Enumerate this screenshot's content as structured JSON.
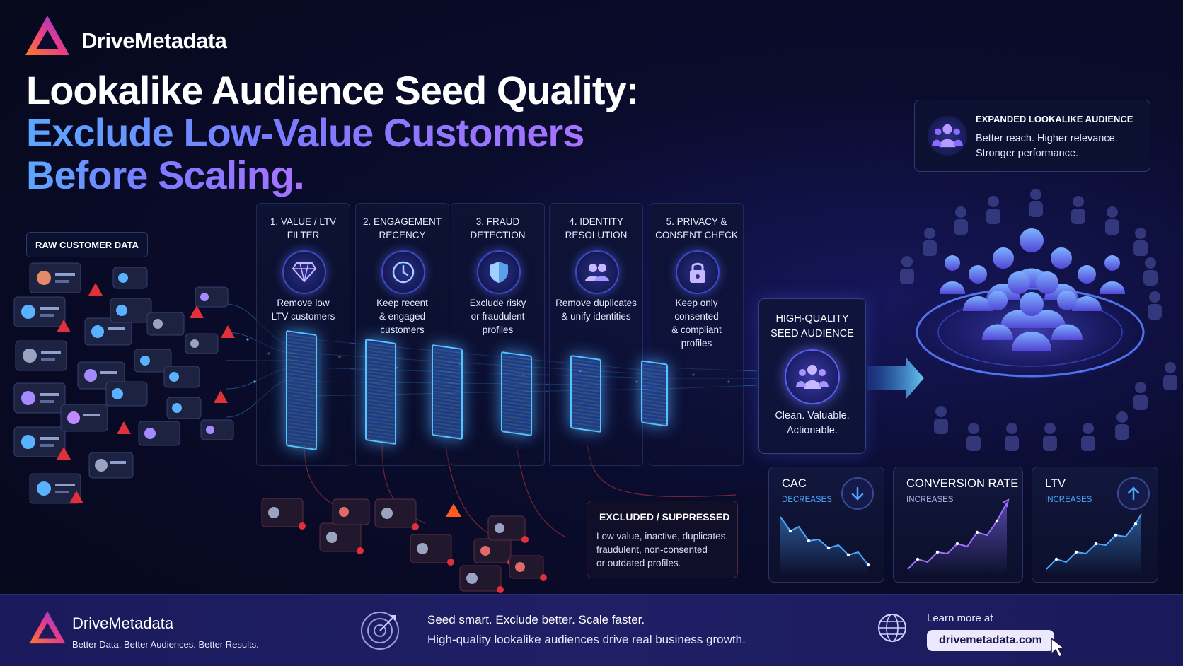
{
  "brand": {
    "name": "DriveMetadata"
  },
  "title": {
    "line1": "Lookalike Audience Seed Quality:",
    "line2": "Exclude Low-Value Customers",
    "line3": "Before Scaling."
  },
  "raw_label": "RAW CUSTOMER DATA",
  "steps": [
    {
      "title": "1. VALUE / LTV\nFILTER",
      "desc": "Remove low\nLTV customers",
      "icon": "diamond-icon"
    },
    {
      "title": "2. ENGAGEMENT\nRECENCY",
      "desc": "Keep recent\n& engaged\ncustomers",
      "icon": "clock-icon"
    },
    {
      "title": "3. FRAUD\nDETECTION",
      "desc": "Exclude risky\nor fraudulent\nprofiles",
      "icon": "shield-icon"
    },
    {
      "title": "4. IDENTITY\nRESOLUTION",
      "desc": "Remove duplicates\n& unify identities",
      "icon": "users-icon"
    },
    {
      "title": "5. PRIVACY &\nCONSENT CHECK",
      "desc": "Keep only\nconsented\n& compliant\nprofiles",
      "icon": "lock-icon"
    }
  ],
  "seed": {
    "title": "HIGH-QUALITY\nSEED AUDIENCE",
    "desc": "Clean. Valuable.\nActionable."
  },
  "expanded": {
    "title": "EXPANDED LOOKALIKE AUDIENCE",
    "desc": "Better reach. Higher relevance.\nStronger performance."
  },
  "excluded": {
    "title": "EXCLUDED / SUPPRESSED",
    "desc": "Low value, inactive, duplicates,\nfraudulent, non-consented\nor outdated profiles."
  },
  "metrics": [
    {
      "title": "CAC",
      "sub": "DECREASES",
      "trend": "down",
      "color": "#4aa8ff"
    },
    {
      "title": "CONVERSION RATE",
      "sub": "INCREASES",
      "trend": "up",
      "color": "#a070ff"
    },
    {
      "title": "LTV",
      "sub": "INCREASES",
      "trend": "up",
      "color": "#4aa8ff"
    }
  ],
  "footer": {
    "brand": "DriveMetadata",
    "tagline": "Better Data. Better Audiences. Better Results.",
    "line1": "Seed smart. Exclude better. Scale faster.",
    "line2": "High-quality lookalike audiences drive real business growth.",
    "learn": "Learn more at",
    "url": "drivemetadata.com"
  },
  "colors": {
    "accent_blue": "#4aa8ff",
    "accent_purple": "#8a6cff",
    "danger": "#e0303a",
    "warning": "#ff5a1f"
  }
}
